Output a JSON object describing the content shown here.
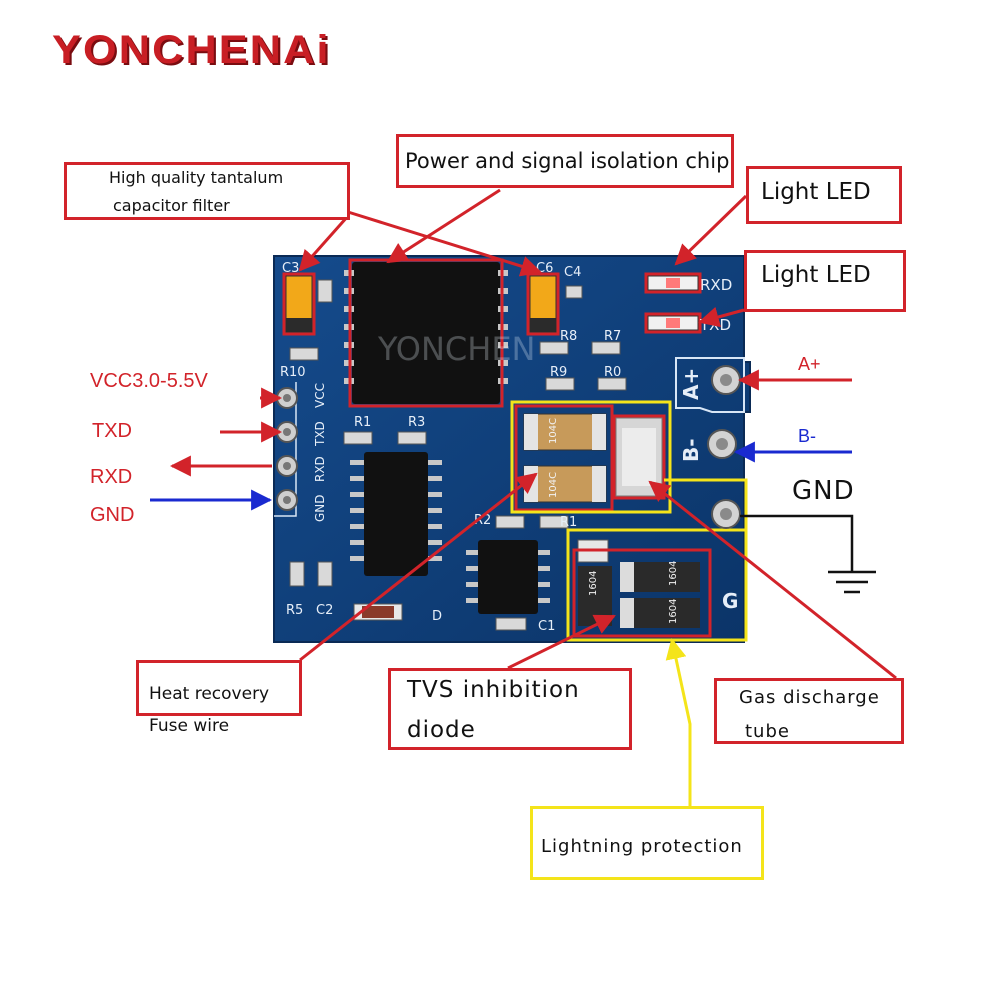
{
  "brand": "YONCHENAi",
  "board_watermark": "YONCHEN",
  "callouts": {
    "tantalum_line1": "High quality tantalum",
    "tantalum_line2": "capacitor filter",
    "isolation_chip": "Power and signal isolation chip",
    "led1": "Light LED",
    "led2": "Light LED",
    "fuse_line1": "Heat recovery",
    "fuse_line2": "Fuse wire",
    "tvs_line1": "TVS inhibition",
    "tvs_line2": "diode",
    "gdt_line1": "Gas discharge",
    "gdt_line2": "tube",
    "lightning": "Lightning protection"
  },
  "left_pins": {
    "vcc": "VCC3.0-5.5V",
    "txd": "TXD",
    "rxd": "RXD",
    "gnd": "GND"
  },
  "right_terminals": {
    "a_plus": "A+",
    "b_minus": "B-",
    "gnd": "GND"
  },
  "silkscreen": {
    "r10": "R10",
    "c3": "C3",
    "c6": "C6",
    "c4": "C4",
    "rxd": "RXD",
    "txd": "TXD",
    "r8": "R8",
    "r7": "R7",
    "r9": "R9",
    "r0": "R0",
    "r1": "R1",
    "r3": "R3",
    "r2": "R2",
    "r": "R1",
    "r5": "R5",
    "c2": "C2",
    "c1": "C1",
    "d": "D",
    "a_plus": "A+",
    "b_minus": "B-",
    "g": "G",
    "vcc": "VCC",
    "txd_pin": "TXD",
    "rxd_pin": "RXD",
    "gnd_pin": "GND",
    "cap_marking_1": "104C",
    "cap_marking_2": "104C",
    "tvs_marking_1": "1604",
    "tvs_marking_2": "1604",
    "tvs_marking_3": "1604"
  },
  "colors": {
    "callout_red": "#d2232a",
    "callout_yellow": "#f4e41a",
    "board_blue": "#0e3e7a",
    "arrow_blue": "#1a2ad0"
  }
}
